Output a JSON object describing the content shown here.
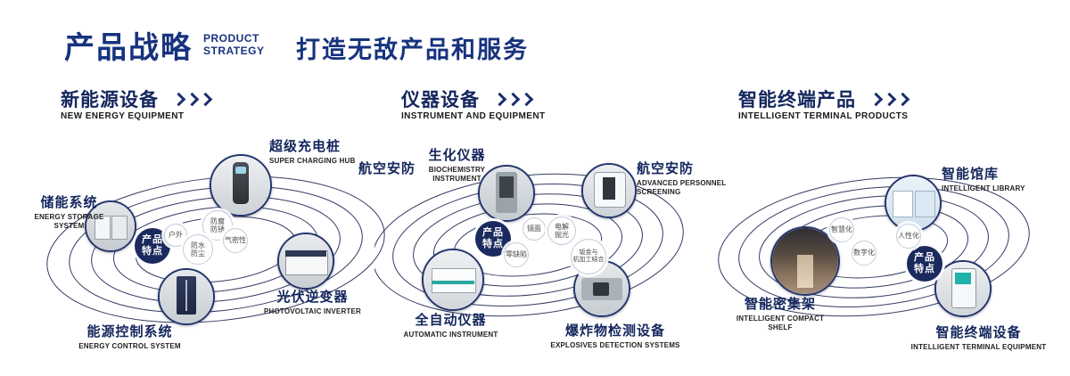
{
  "header": {
    "title": "产品战略",
    "subtitle_lines": [
      "PRODUCT",
      "STRATEGY"
    ],
    "tagline": "打造无敌产品和服务"
  },
  "sections": [
    {
      "title": "新能源设备",
      "subtitle": "NEW ENERGY EQUIPMENT",
      "badge_lines": [
        "产品",
        "特点"
      ],
      "features": [
        [
          "户外"
        ],
        [
          "防腐",
          "防锈"
        ],
        [
          "气密性"
        ],
        [
          "防水",
          "防尘"
        ]
      ],
      "nodes": [
        {
          "label": "储能系统",
          "sublabel": "ENERGY STORAGE SYSTEM",
          "icon": "storage-cabinet-photo"
        },
        {
          "label": "超级充电桩",
          "sublabel": "SUPER CHARGING HUB",
          "icon": "charging-pile-photo"
        },
        {
          "label": "光伏逆变器",
          "sublabel": "PHOTOVOLTAIC INVERTER",
          "icon": "inverter-photo"
        },
        {
          "label": "能源控制系统",
          "sublabel": "ENERGY CONTROL SYSTEM",
          "icon": "control-cabinet-photo"
        }
      ]
    },
    {
      "title": "仪器设备",
      "subtitle": "INSTRUMENT AND EQUIPMENT",
      "stray_label": "航空安防",
      "badge_lines": [
        "产品",
        "特点"
      ],
      "features": [
        [
          "镜面"
        ],
        [
          "电解",
          "抛光"
        ],
        [
          "零缺陷"
        ],
        [
          "钣金与",
          "机加工结合"
        ]
      ],
      "nodes": [
        {
          "label": "生化仪器",
          "sublabel": "BIOCHEMISTRY INSTRUMENT",
          "icon": "biochemistry-rack-photo"
        },
        {
          "label": "航空安防",
          "sublabel": "ADVANCED PERSONNEL SCREENING",
          "icon": "personnel-screening-photo"
        },
        {
          "label": "全自动仪器",
          "sublabel": "AUTOMATIC INSTRUMENT",
          "icon": "automatic-instrument-photo"
        },
        {
          "label": "爆炸物检测设备",
          "sublabel": "EXPLOSIVES DETECTION SYSTEMS",
          "icon": "xray-scanner-photo"
        }
      ]
    },
    {
      "title": "智能终端产品",
      "subtitle": "INTELLIGENT TERMINAL PRODUCTS",
      "badge_lines": [
        "产品",
        "特点"
      ],
      "features": [
        [
          "智慧化"
        ],
        [
          "人性化"
        ],
        [
          "数字化"
        ]
      ],
      "nodes": [
        {
          "label": "智能馆库",
          "sublabel": "INTELLIGENT LIBRARY",
          "icon": "library-room-photo"
        },
        {
          "label": "智能密集架",
          "sublabel": "INTELLIGENT COMPACT SHELF",
          "icon": "compact-shelf-corridor-photo"
        },
        {
          "label": "智能终端设备",
          "sublabel": "INTELLIGENT TERMINAL EQUIPMENT",
          "icon": "terminal-kiosk-photo"
        }
      ]
    }
  ],
  "colors": {
    "brand_blue": "#17337f",
    "navy": "#13265c",
    "badge_navy": "#1b2a5e",
    "orbit_line": "#323c63"
  }
}
